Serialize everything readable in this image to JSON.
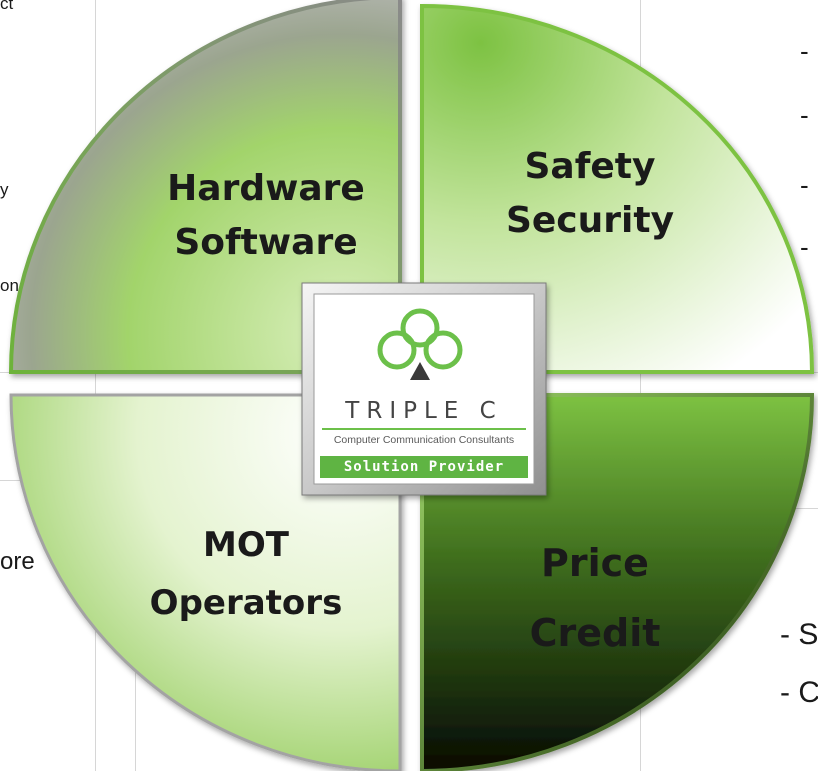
{
  "quadrants": {
    "top_left": {
      "line1": "Hardware",
      "line2": "Software"
    },
    "top_right": {
      "line1": "Safety",
      "line2": "Security"
    },
    "bottom_left": {
      "line1": "MOT",
      "line2": "Operators"
    },
    "bottom_right": {
      "line1": "Price",
      "line2": "Credit"
    }
  },
  "logo": {
    "wordmark": "TRIPLE C",
    "subtitle": "Computer Communication Consultants",
    "badge": "Solution Provider"
  },
  "left_column_fragments": [
    "ct",
    "y",
    "on",
    "ore"
  ],
  "right_column_fragments": [
    "-",
    "-",
    "-",
    "-"
  ],
  "bottom_right_list": [
    "- S",
    "- C"
  ],
  "colors": {
    "green_light": "#cfeaa6",
    "green_mid": "#7dc242",
    "green_dark": "#0e1a07",
    "gray_light": "#f2f2f2",
    "gray_mid": "#b3b3b3"
  }
}
